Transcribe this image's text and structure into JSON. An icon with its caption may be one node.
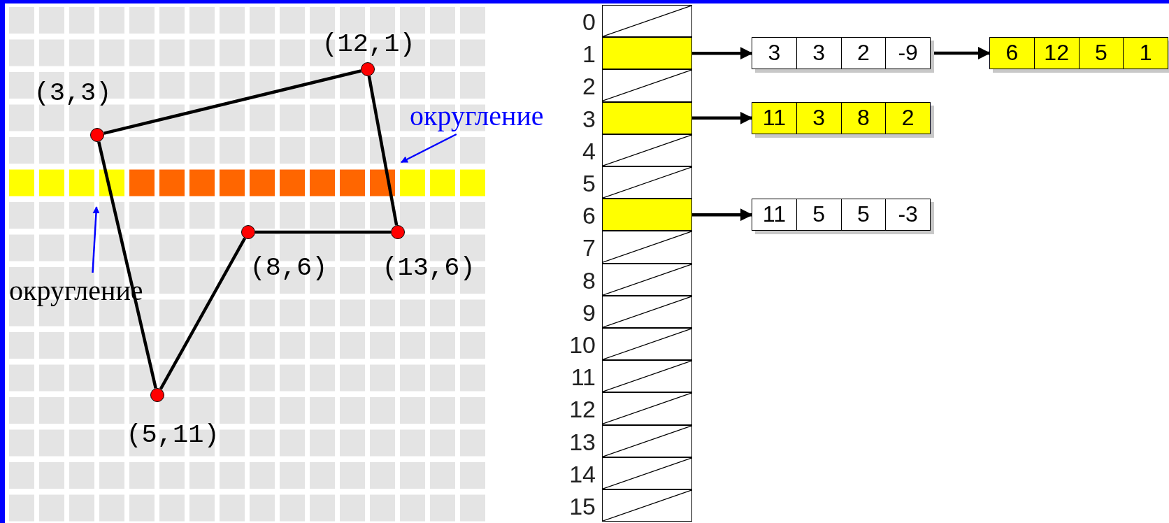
{
  "diagram": {
    "nodes": [
      {
        "text": [
          "(12,1)"
        ]
      },
      {
        "text": [
          "(3,3)"
        ]
      },
      {
        "text": [
          "округление"
        ]
      },
      {
        "text": [
          "(8,6)"
        ]
      },
      {
        "text": [
          "(13,6)"
        ]
      },
      {
        "text": [
          "округление"
        ]
      },
      {
        "text": [
          "(5,11)"
        ]
      },
      {
        "text": [],
        "shape": "box",
        "beside": [
          "0"
        ]
      },
      {
        "text": [],
        "shape": "box",
        "beside": [
          "1"
        ]
      },
      {
        "text": [],
        "shape": "box",
        "beside": [
          "2"
        ]
      },
      {
        "text": [],
        "shape": "box",
        "beside": [
          "3"
        ]
      },
      {
        "text": [],
        "shape": "box",
        "beside": [
          "4"
        ]
      },
      {
        "text": [],
        "shape": "box",
        "beside": [
          "5"
        ]
      },
      {
        "text": [],
        "shape": "box",
        "beside": [
          "6"
        ]
      },
      {
        "text": [],
        "shape": "box",
        "beside": [
          "7"
        ]
      },
      {
        "text": [],
        "shape": "box",
        "beside": [
          "8"
        ]
      },
      {
        "text": [],
        "shape": "box",
        "beside": [
          "9"
        ]
      },
      {
        "text": [],
        "shape": "box",
        "beside": [
          "10"
        ]
      },
      {
        "text": [],
        "shape": "box",
        "beside": [
          "11"
        ]
      },
      {
        "text": [],
        "shape": "box",
        "beside": [
          "12"
        ]
      },
      {
        "text": [],
        "shape": "box",
        "beside": [
          "13"
        ]
      },
      {
        "text": [],
        "shape": "box",
        "beside": [
          "14"
        ]
      },
      {
        "text": [],
        "shape": "box",
        "beside": [
          "15"
        ]
      },
      {
        "text": [
          "3",
          "3",
          "2",
          "-9"
        ]
      },
      {
        "text": [
          "6",
          "12",
          "5",
          "1"
        ]
      },
      {
        "text": [
          "11",
          "3",
          "8",
          "2"
        ]
      },
      {
        "text": [
          "11",
          "5",
          "5",
          "-3"
        ]
      }
    ],
    "edges": [
      {
        "from": 1,
        "to": 0,
        "arrow": "none"
      },
      {
        "from": 0,
        "to": 4,
        "arrow": "none"
      },
      {
        "from": 4,
        "to": 3,
        "arrow": "none"
      },
      {
        "from": 3,
        "to": 6,
        "arrow": "none"
      },
      {
        "from": 6,
        "to": 1,
        "arrow": "none"
      },
      {
        "from": 2,
        "to": null,
        "arrow": "to",
        "color": "#0000ff"
      },
      {
        "from": 5,
        "to": null,
        "arrow": "to",
        "color": "#0000ff"
      },
      {
        "from": 8,
        "to": 23,
        "arrow": "to"
      },
      {
        "from": 23,
        "to": 24,
        "arrow": "to"
      },
      {
        "from": 10,
        "to": 25,
        "arrow": "to"
      },
      {
        "from": 13,
        "to": 26,
        "arrow": "to"
      }
    ]
  }
}
